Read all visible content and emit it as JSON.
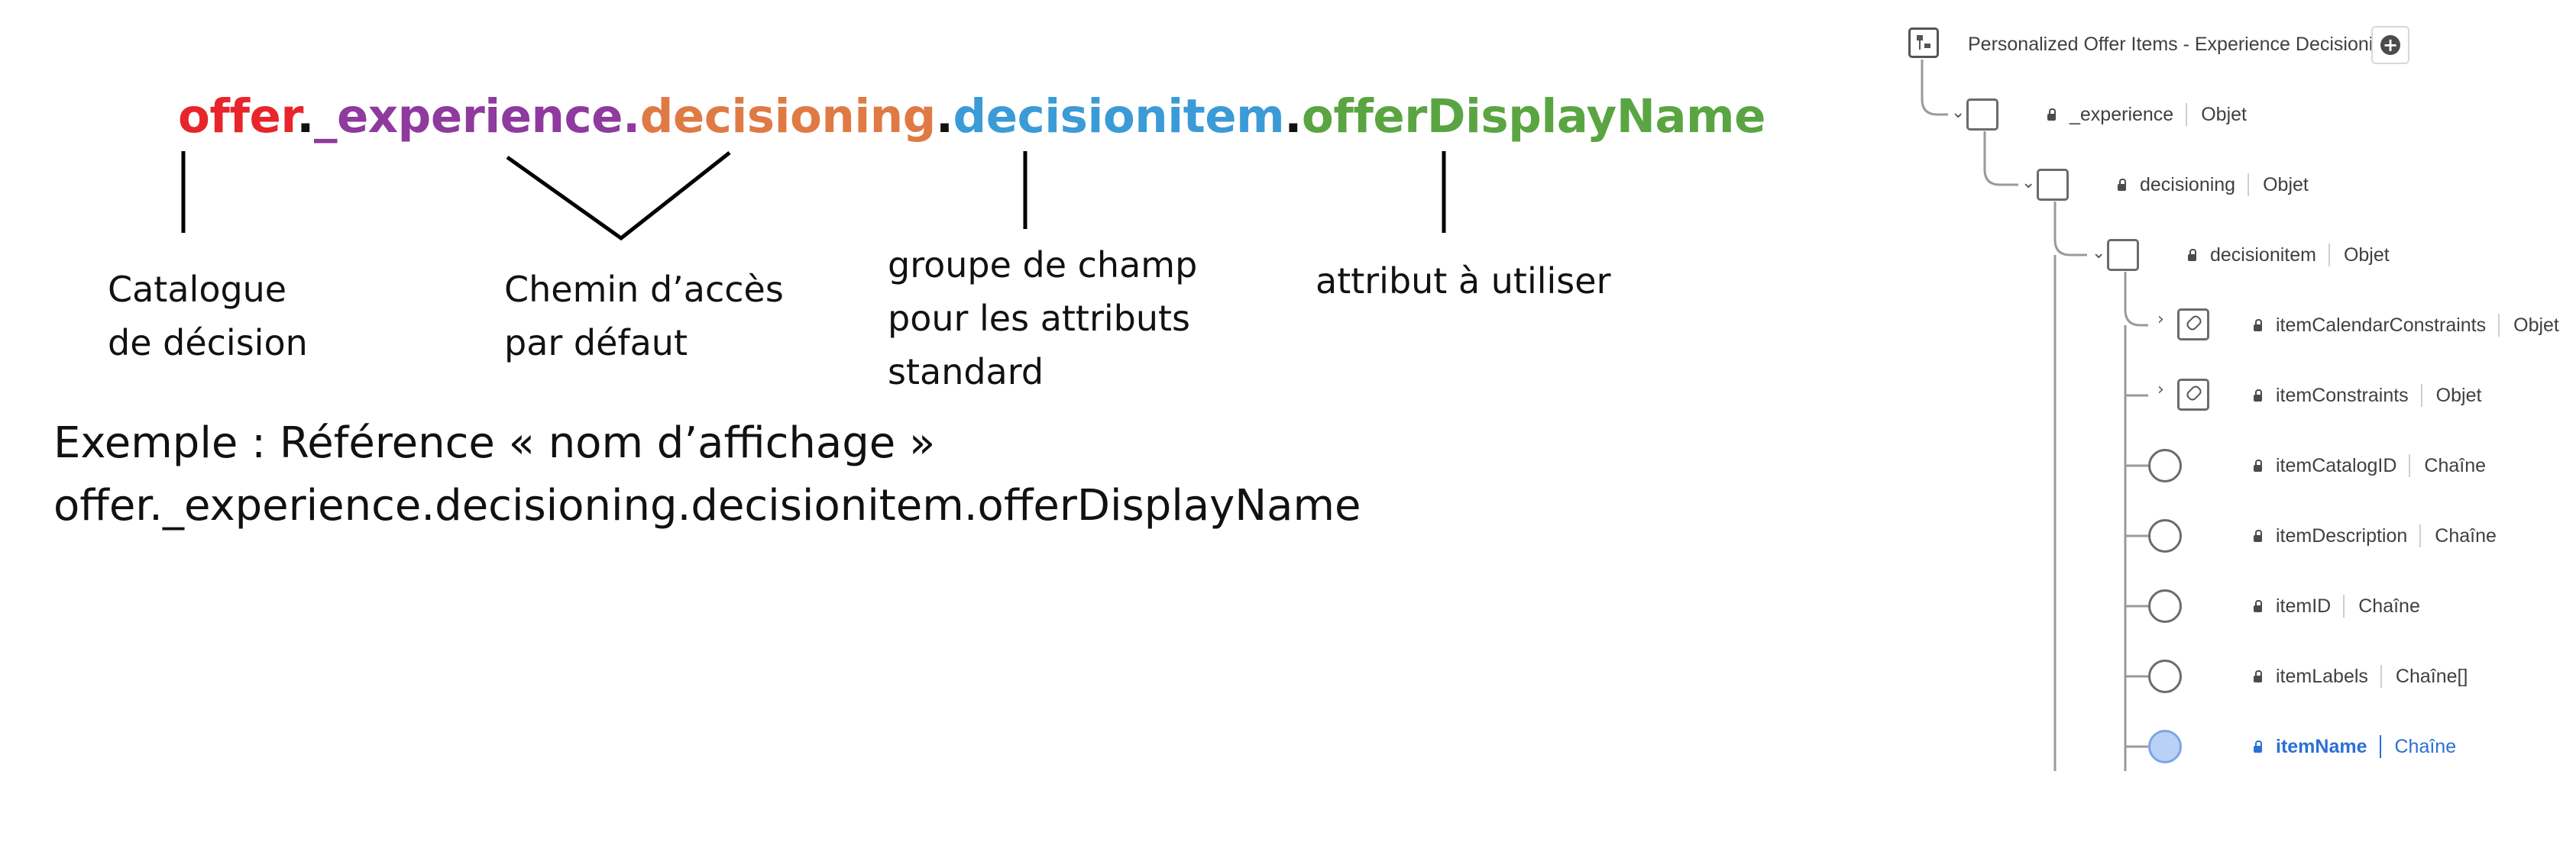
{
  "diagram": {
    "path_segments": [
      {
        "text": "offer",
        "color": "#e8252b"
      },
      {
        "text": ".",
        "color": "#111111"
      },
      {
        "text": "_experience.",
        "color": "#8e3a9e"
      },
      {
        "text": "decisioning",
        "color": "#e07a45"
      },
      {
        "text": ".",
        "color": "#111111"
      },
      {
        "text": "decisionitem",
        "color": "#3b9bd6"
      },
      {
        "text": ".",
        "color": "#111111"
      },
      {
        "text": "offerDisplayName",
        "color": "#5aa542"
      }
    ],
    "labels": {
      "catalog_line1": "Catalogue",
      "catalog_line2": "de décision",
      "path_line1": "Chemin d’accès",
      "path_line2": "par défaut",
      "group_line1": "groupe de champ",
      "group_line2": "pour les attributs",
      "group_line3": "standard",
      "attribute": "attribut à utiliser"
    },
    "example_line1": "Exemple : Référence « nom d’affichage »",
    "example_line2": "offer._experience.decisioning.decisionitem.offerDisplayName"
  },
  "schema_tree": {
    "root_title": "Personalized Offer Items - Experience Decisioning",
    "root_icon": "schema-icon",
    "add_icon": "plus-circle-icon",
    "nodes": [
      {
        "name": "_experience",
        "type": "Objet"
      },
      {
        "name": "decisioning",
        "type": "Objet"
      },
      {
        "name": "decisionitem",
        "type": "Objet"
      },
      {
        "name": "itemCalendarConstraints",
        "type": "Objet"
      },
      {
        "name": "itemConstraints",
        "type": "Objet"
      },
      {
        "name": "itemCatalogID",
        "type": "Chaîne"
      },
      {
        "name": "itemDescription",
        "type": "Chaîne"
      },
      {
        "name": "itemID",
        "type": "Chaîne"
      },
      {
        "name": "itemLabels",
        "type": "Chaîne[]"
      },
      {
        "name": "itemName",
        "type": "Chaîne",
        "selected": true
      }
    ],
    "selected_color": "#2a6fd6"
  }
}
